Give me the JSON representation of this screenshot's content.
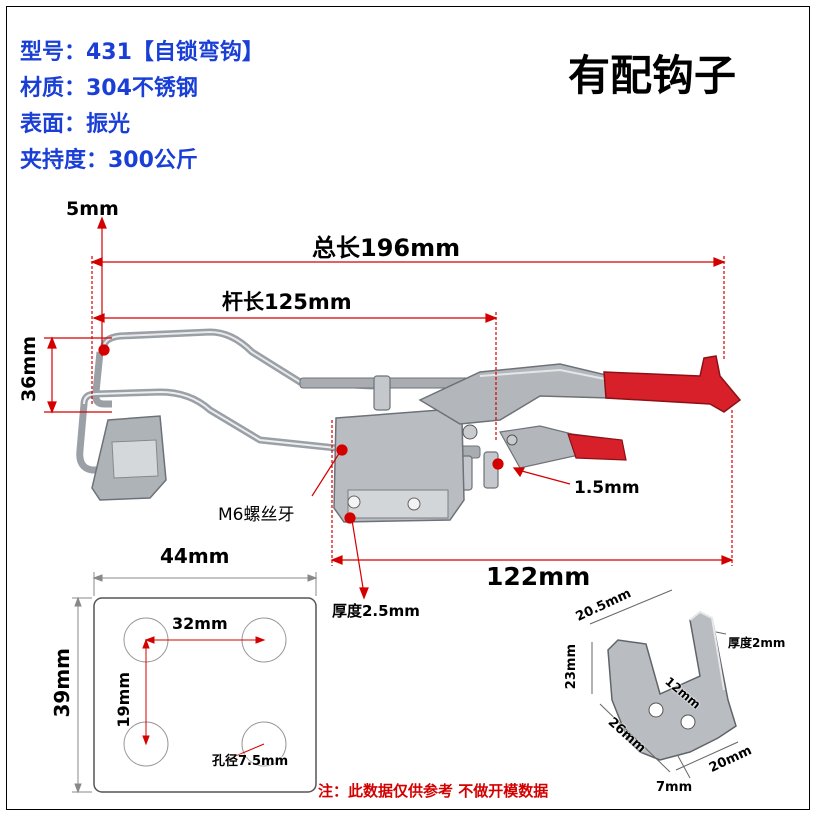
{
  "specs": {
    "model": "型号：431【自锁弯钩】",
    "material": "材质：304不锈钢",
    "surface": "表面：振光",
    "clamp_force": "夹持度：300公斤"
  },
  "headline": "有配钩子",
  "dims": {
    "offset_5": "5mm",
    "total_length": "总长196mm",
    "rod_length": "杆长125mm",
    "height_36": "36mm",
    "thread": "M6螺丝牙",
    "gap_1_5": "1.5mm",
    "base_122": "122mm",
    "thickness_2_5": "厚度2.5mm"
  },
  "base_plate": {
    "width": "44mm",
    "height": "39mm",
    "hole_spacing_h": "32mm",
    "hole_spacing_v": "19mm",
    "hole_dia": "孔径7.5mm"
  },
  "hook": {
    "d_20_5": "20.5mm",
    "thickness": "厚度2mm",
    "d_23": "23mm",
    "d_12": "12mm",
    "d_26": "26mm",
    "d_7": "7mm",
    "d_20": "20mm"
  },
  "note": "注：此数据仅供参考 不做开模数据",
  "colors": {
    "spec_blue": "#1a3fd6",
    "dim_red": "#d40000",
    "steel": "#b8bcc0",
    "handle_red": "#d8202a"
  }
}
